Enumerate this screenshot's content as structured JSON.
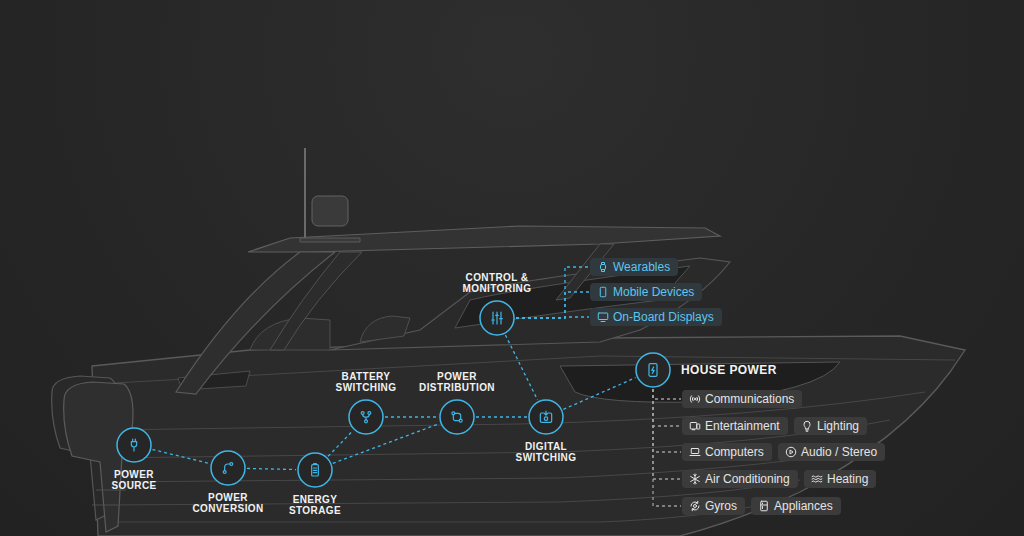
{
  "diagram": {
    "nodes": [
      {
        "text": [
          "POWER SOURCE"
        ]
      },
      {
        "text": [
          "POWER CONVERSION"
        ]
      },
      {
        "text": [
          "ENERGY STORAGE"
        ]
      },
      {
        "text": [
          "BATTERY SWITCHING"
        ]
      },
      {
        "text": [
          "POWER DISTRIBUTION"
        ]
      },
      {
        "text": [
          "DIGITAL SWITCHING"
        ]
      },
      {
        "text": [
          "CONTROL & MONITORING"
        ]
      },
      {
        "text": [
          "HOUSE POWER"
        ]
      },
      {
        "text": [
          "Wearables"
        ]
      },
      {
        "text": [
          "Mobile Devices"
        ]
      },
      {
        "text": [
          "On-Board Displays"
        ]
      },
      {
        "text": [
          "Communications"
        ]
      },
      {
        "text": [
          "Entertainment"
        ]
      },
      {
        "text": [
          "Lighting"
        ]
      },
      {
        "text": [
          "Computers"
        ]
      },
      {
        "text": [
          "Audio / Stereo"
        ]
      },
      {
        "text": [
          "Air Conditioning"
        ]
      },
      {
        "text": [
          "Heating"
        ]
      },
      {
        "text": [
          "Gyros"
        ]
      },
      {
        "text": [
          "Appliances"
        ]
      }
    ],
    "edges": [
      {
        "from": 0,
        "to": 1,
        "arrow": "none"
      },
      {
        "from": 1,
        "to": 2,
        "arrow": "none"
      },
      {
        "from": 2,
        "to": 3,
        "arrow": "none"
      },
      {
        "from": 2,
        "to": 4,
        "arrow": "none"
      },
      {
        "from": 3,
        "to": 4,
        "arrow": "none"
      },
      {
        "from": 4,
        "to": 5,
        "arrow": "none"
      },
      {
        "from": 6,
        "to": 5,
        "arrow": "none"
      },
      {
        "from": 5,
        "to": 7,
        "arrow": "none"
      },
      {
        "from": 6,
        "to": 8,
        "arrow": "none"
      },
      {
        "from": 6,
        "to": 9,
        "arrow": "none"
      },
      {
        "from": 6,
        "to": 10,
        "arrow": "none"
      },
      {
        "from": 7,
        "to": 11,
        "arrow": "none"
      },
      {
        "from": 7,
        "to": 12,
        "arrow": "none"
      },
      {
        "from": 7,
        "to": 14,
        "arrow": "none"
      },
      {
        "from": 7,
        "to": 16,
        "arrow": "none"
      },
      {
        "from": 7,
        "to": 18,
        "arrow": "none"
      }
    ]
  }
}
